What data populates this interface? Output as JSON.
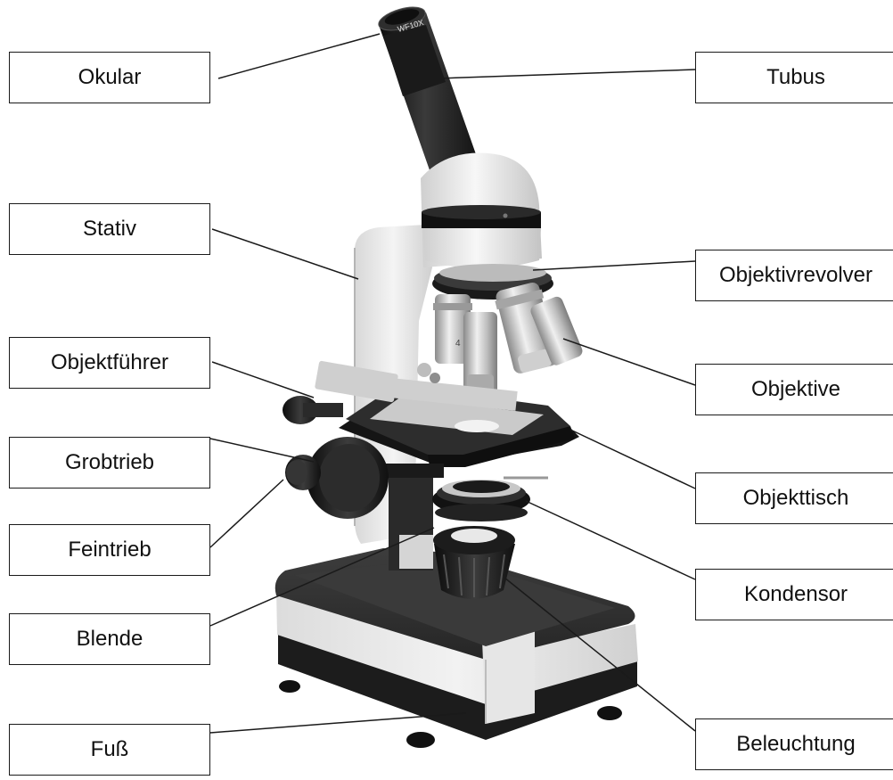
{
  "eyepiece_marking": "WF10X",
  "objective_marking": "4",
  "labels": {
    "okular": "Okular",
    "tubus": "Tubus",
    "stativ": "Stativ",
    "objektivrevolver": "Objektivrevolver",
    "objektfuehrer": "Objektführer",
    "objektive": "Objektive",
    "grobtrieb": "Grobtrieb",
    "objekttisch": "Objekttisch",
    "feintrieb": "Feintrieb",
    "kondensor": "Kondensor",
    "blende": "Blende",
    "fuss": "Fuß",
    "beleuchtung": "Beleuchtung"
  },
  "colors": {
    "line": "#1a1a1a",
    "body_light": "#e9e9e9",
    "body_mid": "#c9c9c9",
    "dark": "#2b2b2b",
    "darker": "#161616",
    "metal": "#bdbdbd"
  }
}
